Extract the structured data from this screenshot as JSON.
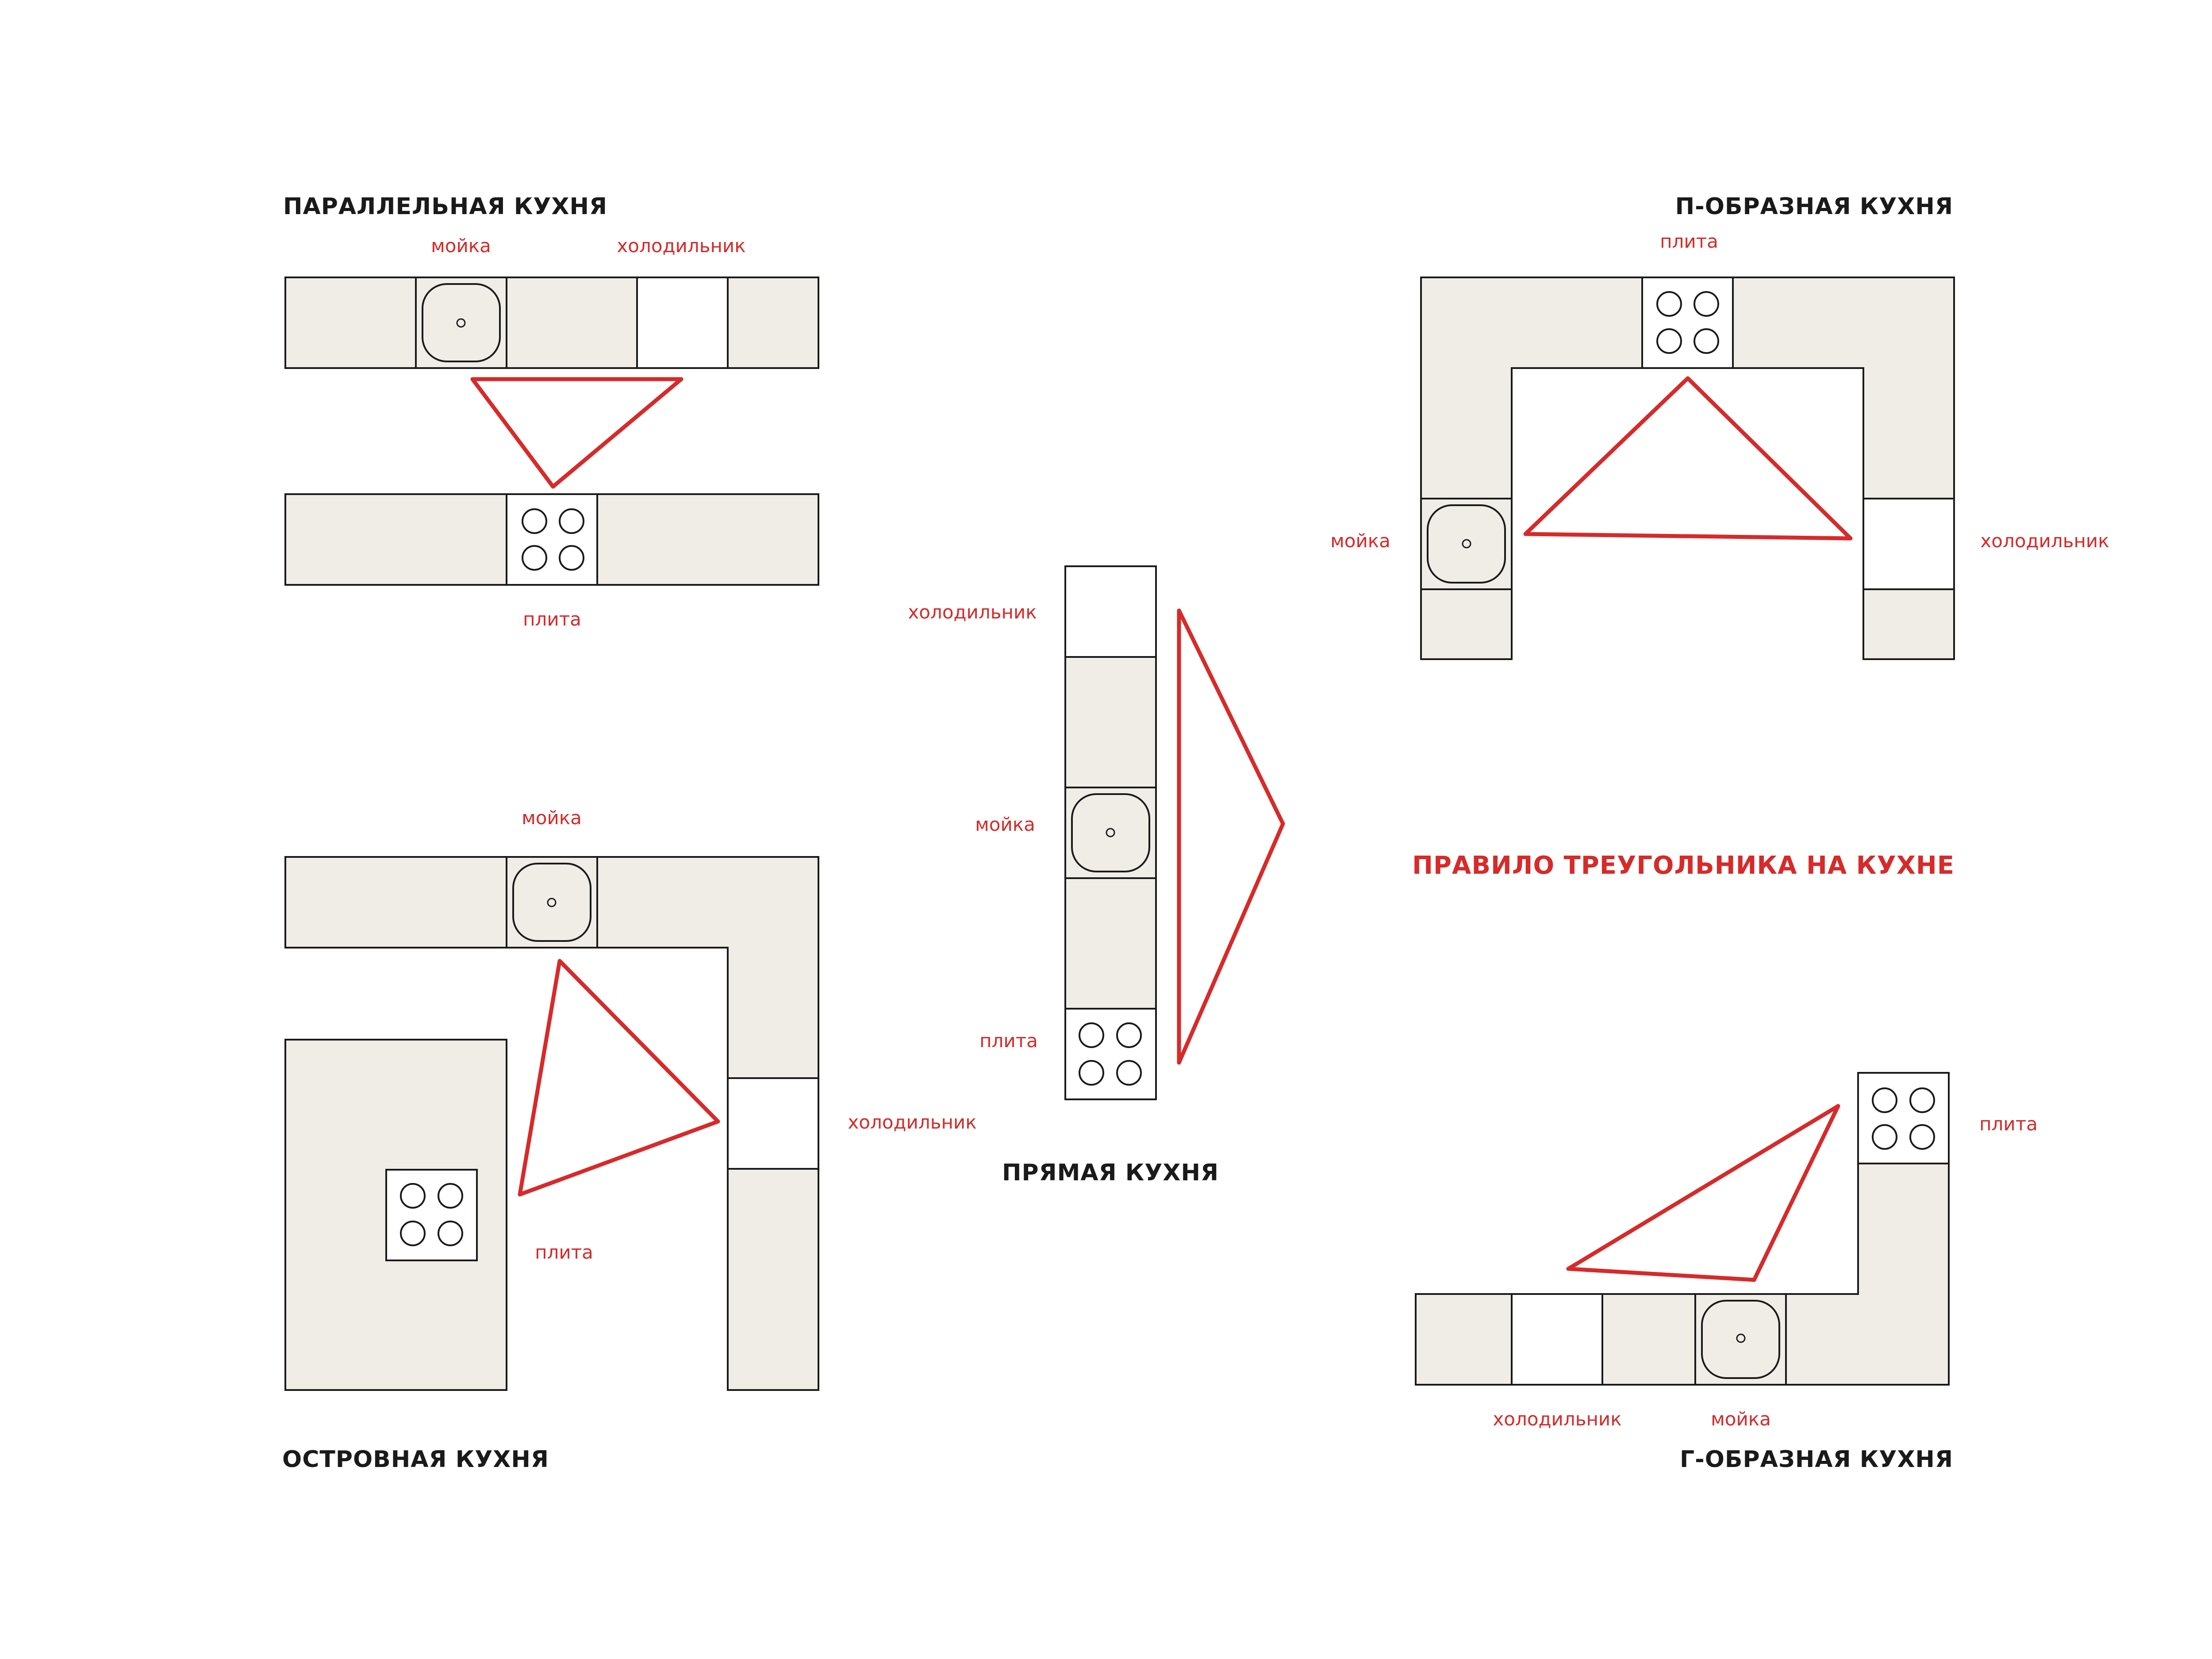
{
  "colors": {
    "accent": "#d72a2a",
    "counter": "#efede6",
    "outline": "#1a1a1a"
  },
  "main_title": "ПРАВИЛО ТРЕУГОЛЬНИКА НА КУХНЕ",
  "layouts": {
    "parallel": {
      "title": "ПАРАЛЛЕЛЬНАЯ КУХНЯ",
      "sink_label": "мойка",
      "fridge_label": "холодильник",
      "stove_label": "плита"
    },
    "island": {
      "title": "ОСТРОВНАЯ КУХНЯ",
      "sink_label": "мойка",
      "fridge_label": "холодильник",
      "stove_label": "плита"
    },
    "straight": {
      "title": "ПРЯМАЯ КУХНЯ",
      "fridge_label": "холодильник",
      "sink_label": "мойка",
      "stove_label": "плита"
    },
    "u_shaped": {
      "title": "П-ОБРАЗНАЯ КУХНЯ",
      "stove_label": "плита",
      "sink_label": "мойка",
      "fridge_label": "холодильник"
    },
    "l_shaped": {
      "title": "Г-ОБРАЗНАЯ КУХНЯ",
      "stove_label": "плита",
      "fridge_label": "холодильник",
      "sink_label": "мойка"
    }
  }
}
